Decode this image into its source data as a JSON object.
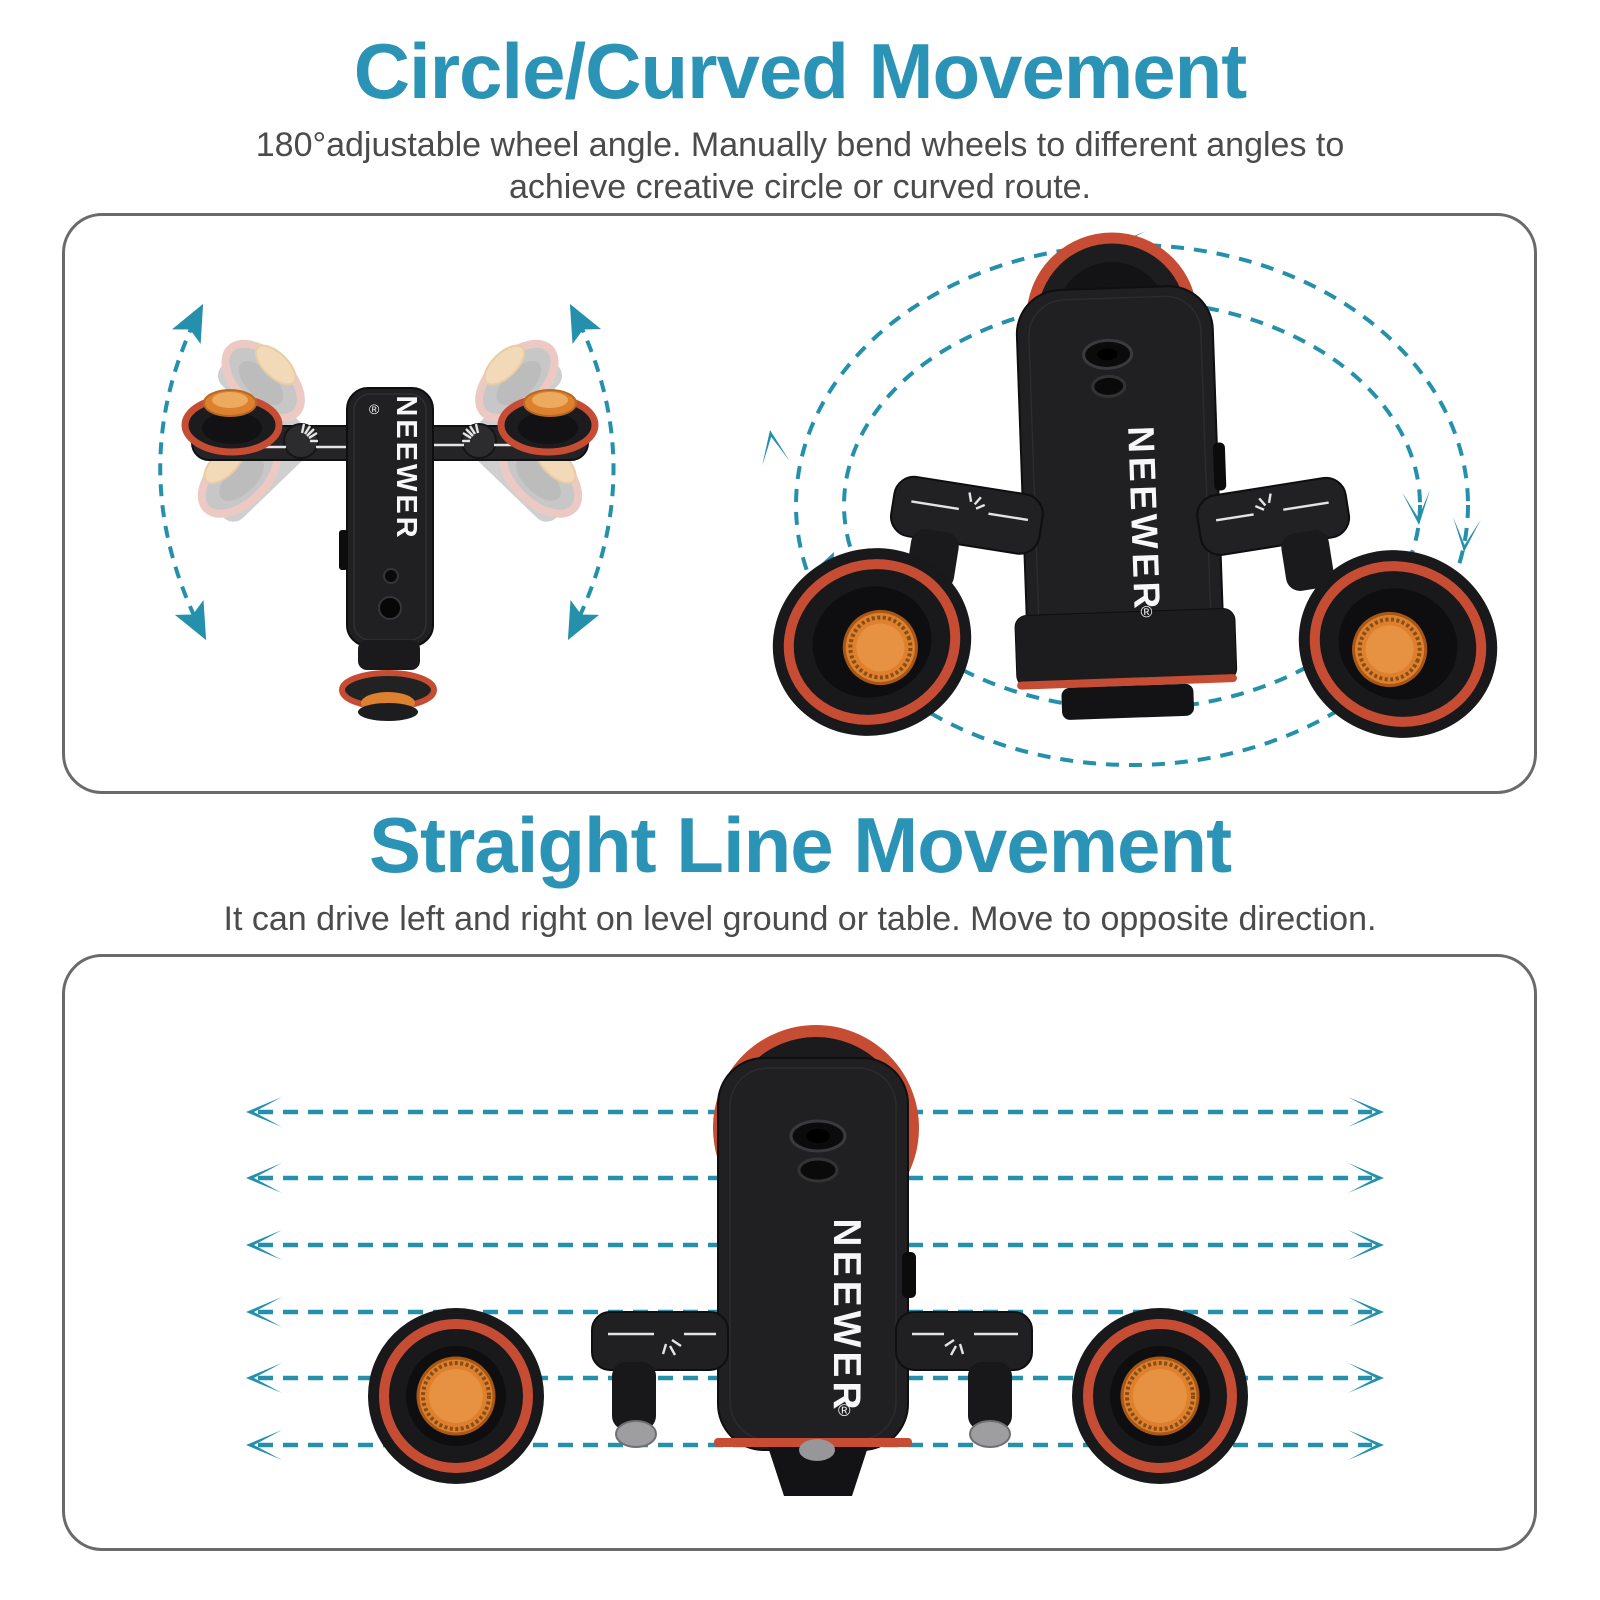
{
  "colors": {
    "accent": "#2b94b6",
    "arrow": "#2490ab",
    "subtitle": "#4b4b4b",
    "panel-border": "#6a6a6a",
    "body-black": "#202023",
    "wheel-red": "#c64d33",
    "knob-orange": "#dd812f",
    "ghost-gray": "#a9a9a9",
    "ghost-red": "#dda093",
    "ghost-orange": "#e8bb7d"
  },
  "brand": {
    "label": "NEEWER",
    "registered": "®"
  },
  "sections": [
    {
      "title": "Circle/Curved Movement",
      "subtitle_line1": "180°adjustable wheel angle. Manually bend wheels to different angles to",
      "subtitle_line2": "achieve creative circle or curved route."
    },
    {
      "title": "Straight Line Movement",
      "subtitle_line1": "It can drive left and right on level ground or table. Move to opposite direction."
    }
  ]
}
